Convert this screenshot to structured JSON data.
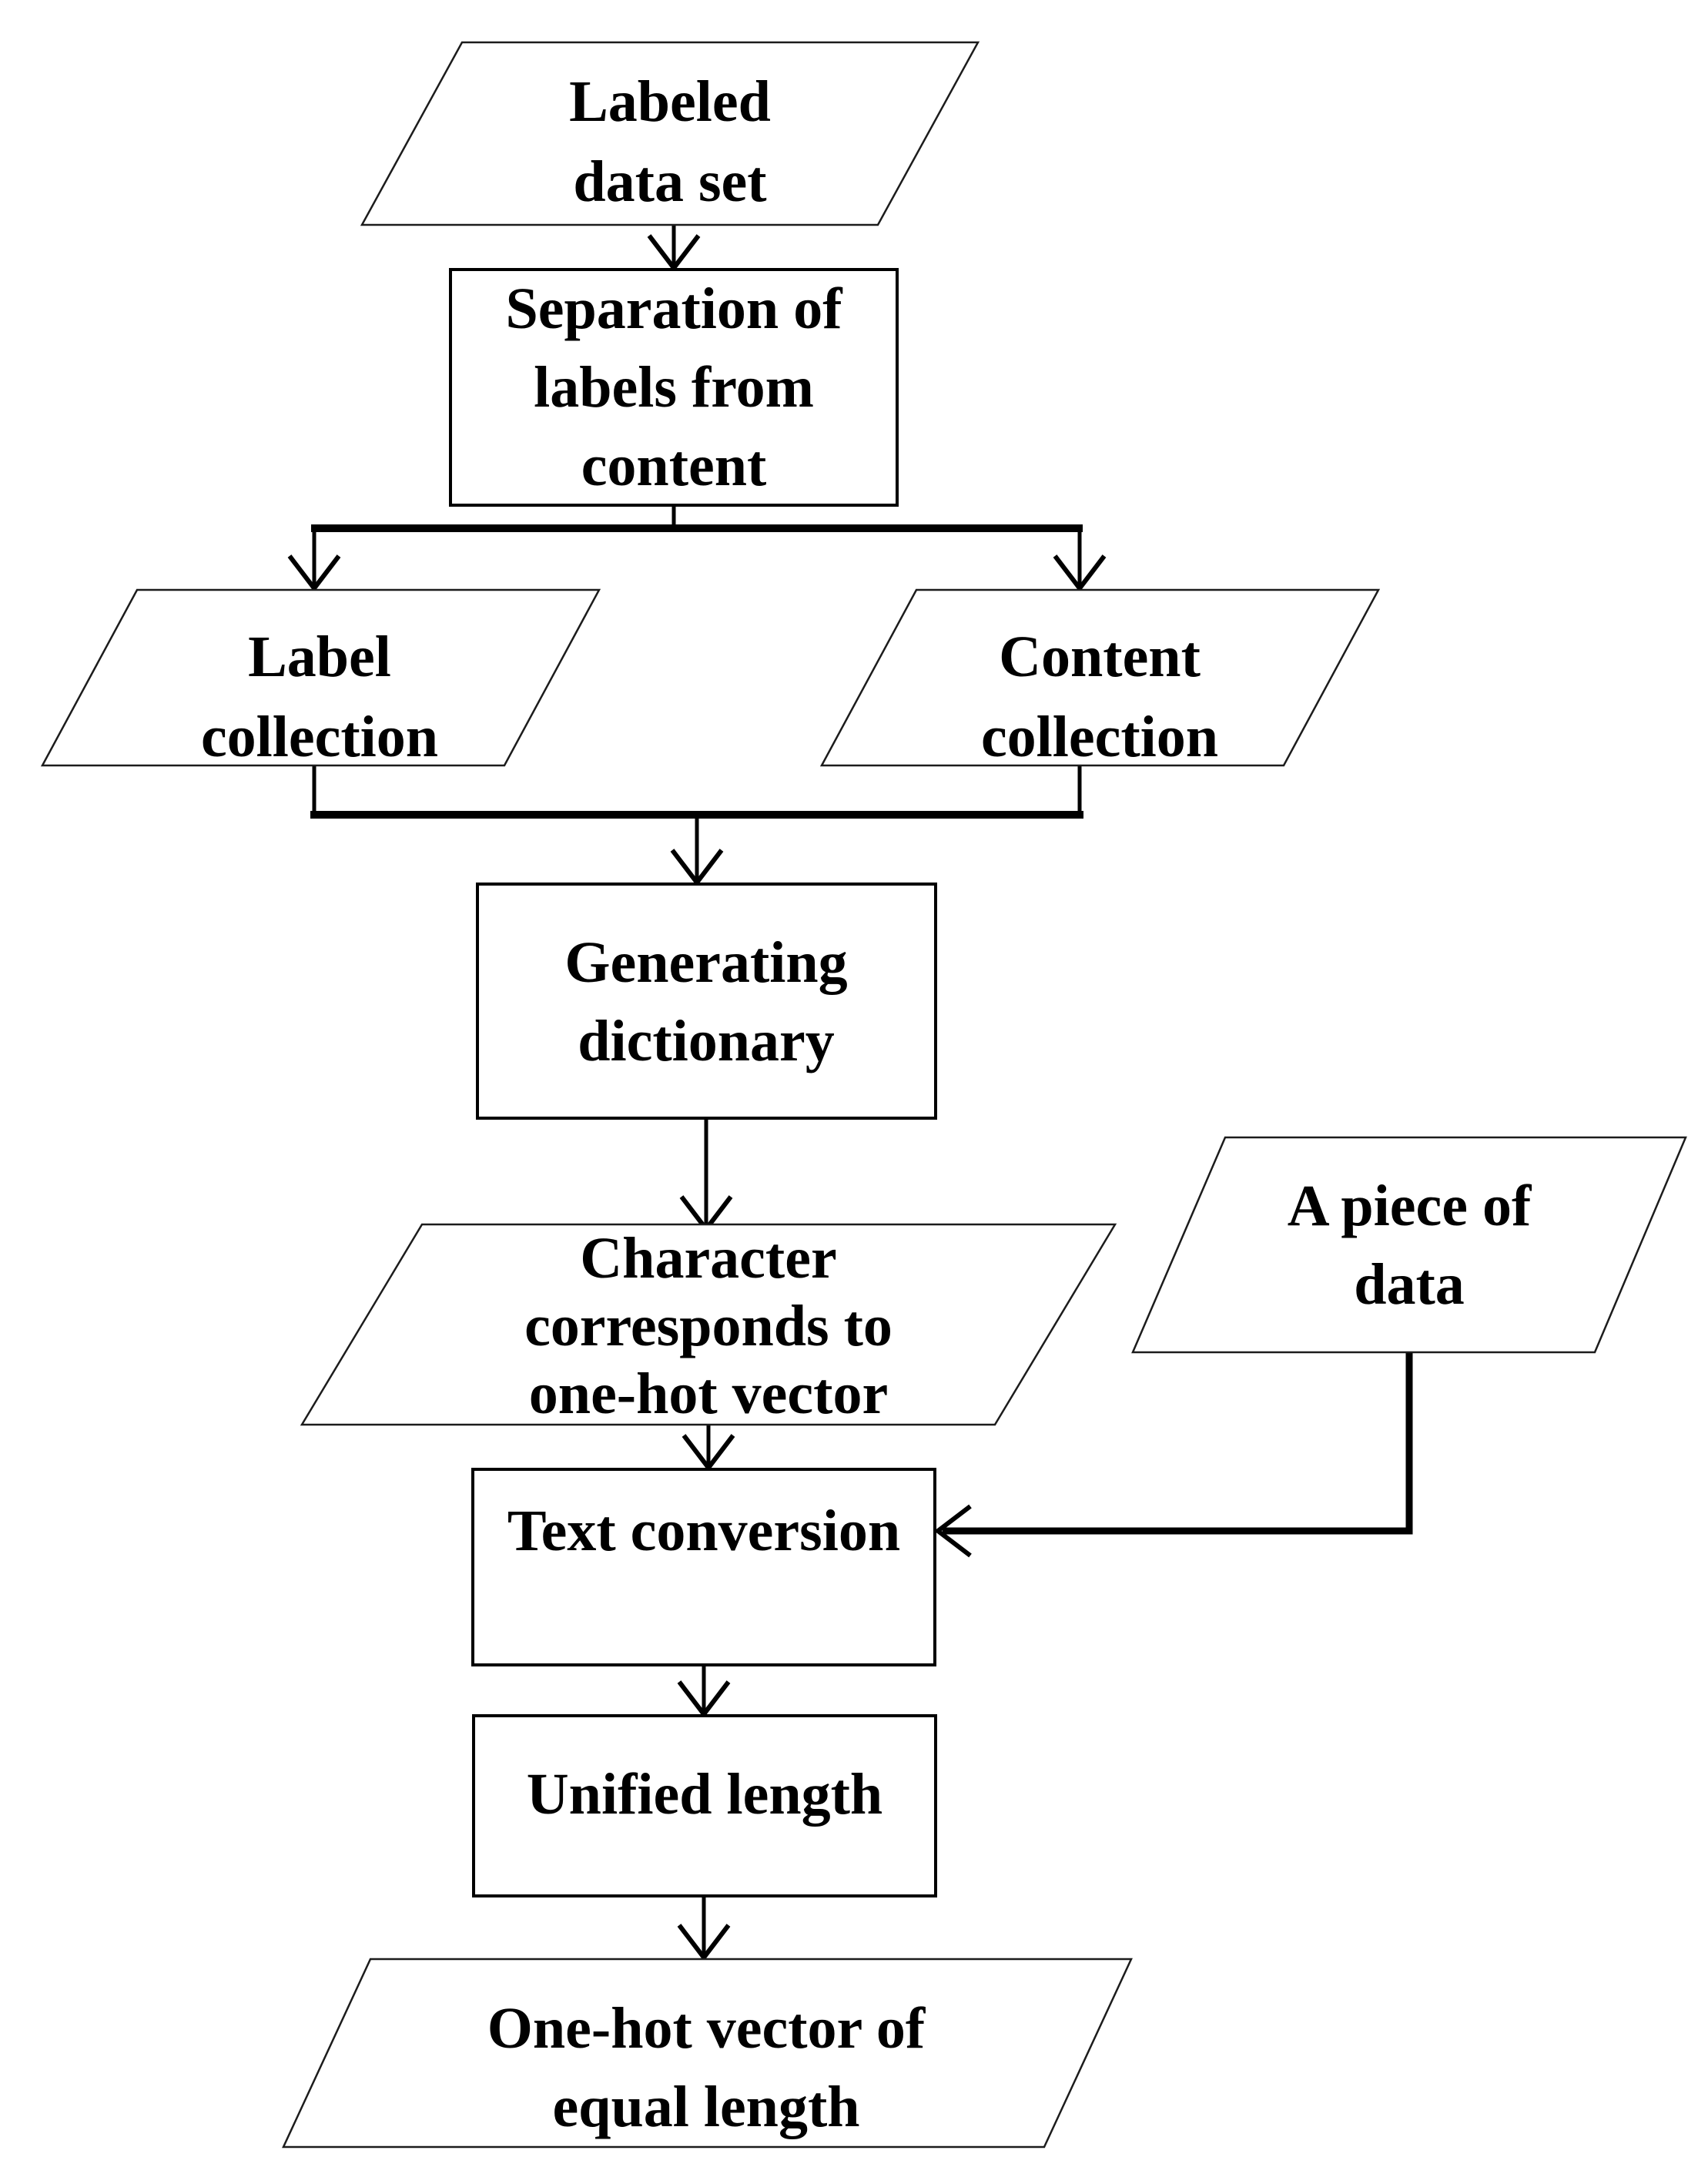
{
  "diagram": {
    "background": "#ffffff",
    "stroke_color": "#000000",
    "shape_fill": "#ffffff",
    "nodes": {
      "labeled_data_set": {
        "type": "parallelogram",
        "lines": [
          "Labeled",
          "data set"
        ]
      },
      "separation": {
        "type": "process",
        "lines": [
          "Separation of",
          "labels from",
          "content"
        ]
      },
      "label_collection": {
        "type": "parallelogram",
        "lines": [
          "Label",
          "collection"
        ]
      },
      "content_collection": {
        "type": "parallelogram",
        "lines": [
          "Content",
          "collection"
        ]
      },
      "generating_dictionary": {
        "type": "process",
        "lines": [
          "Generating",
          "dictionary"
        ]
      },
      "char_onehot": {
        "type": "parallelogram",
        "lines": [
          "Character",
          "corresponds to",
          "one-hot vector"
        ]
      },
      "piece_of_data": {
        "type": "parallelogram",
        "lines": [
          "A piece of",
          "data"
        ]
      },
      "text_conversion": {
        "type": "process",
        "lines": [
          "Text conversion"
        ]
      },
      "unified_length": {
        "type": "process",
        "lines": [
          "Unified length"
        ]
      },
      "onehot_equal_length": {
        "type": "parallelogram",
        "lines": [
          "One-hot vector of",
          "equal length"
        ]
      }
    },
    "edges": [
      {
        "from": "labeled_data_set",
        "to": "separation"
      },
      {
        "from": "separation",
        "to": "label_collection"
      },
      {
        "from": "separation",
        "to": "content_collection"
      },
      {
        "from": "label_collection",
        "to": "generating_dictionary"
      },
      {
        "from": "content_collection",
        "to": "generating_dictionary"
      },
      {
        "from": "generating_dictionary",
        "to": "char_onehot"
      },
      {
        "from": "char_onehot",
        "to": "text_conversion"
      },
      {
        "from": "piece_of_data",
        "to": "text_conversion"
      },
      {
        "from": "text_conversion",
        "to": "unified_length"
      },
      {
        "from": "unified_length",
        "to": "onehot_equal_length"
      }
    ]
  }
}
